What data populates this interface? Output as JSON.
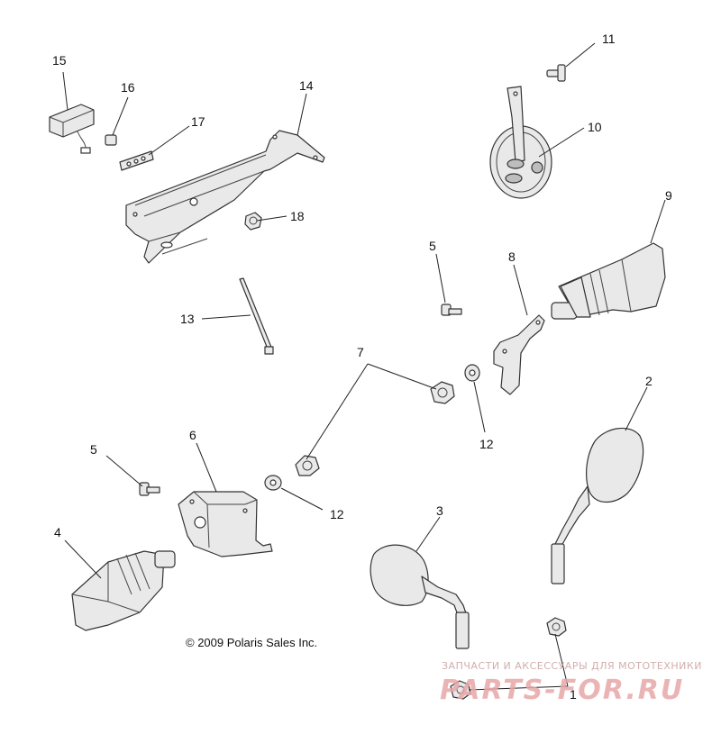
{
  "callouts": [
    "1",
    "2",
    "3",
    "4",
    "5",
    "5",
    "6",
    "7",
    "8",
    "9",
    "10",
    "11",
    "12",
    "12",
    "13",
    "14",
    "15",
    "16",
    "17",
    "18"
  ],
  "copyright": "© 2009 Polaris Sales Inc.",
  "watermark": {
    "tagline": "ЗАПЧАСТИ И АКСЕССУАРЫ ДЛЯ МОТОТЕХНИКИ",
    "logo": "PARTS-FOR.RU"
  },
  "colors": {
    "line": "#333333",
    "part_fill": "#e9e9e9",
    "watermark": "#e8a8a8"
  }
}
